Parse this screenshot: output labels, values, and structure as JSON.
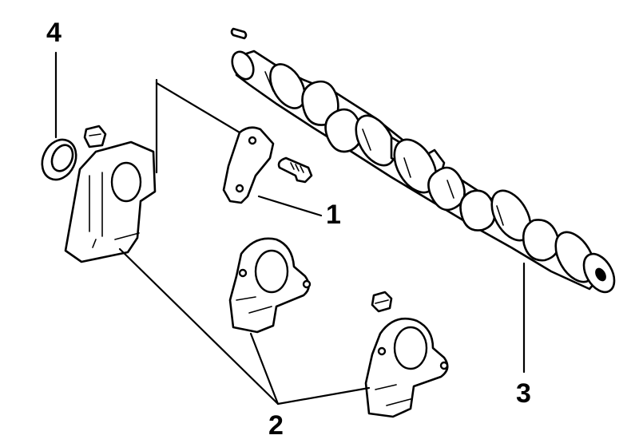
{
  "callouts": {
    "one": "1",
    "two": "2",
    "three": "3",
    "four": "4"
  }
}
